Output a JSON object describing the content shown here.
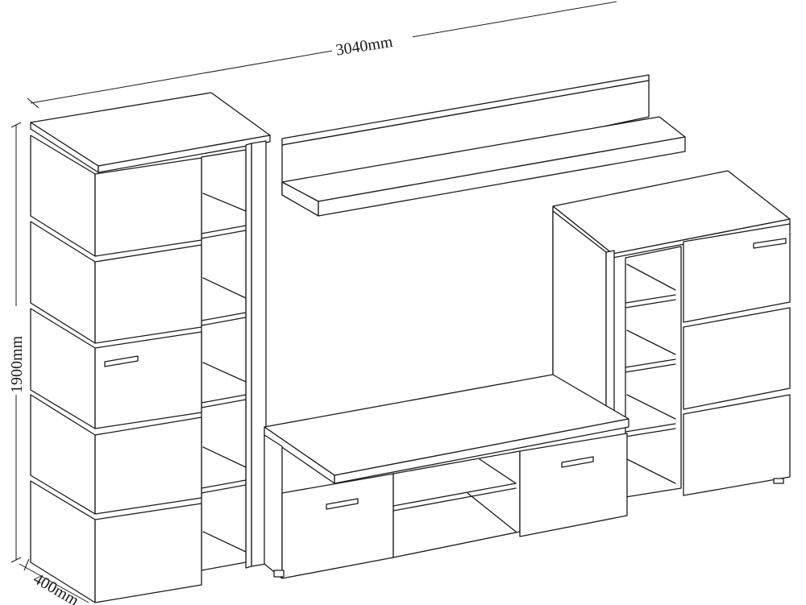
{
  "dimensions": {
    "width_label": "3040mm",
    "height_label": "1900mm",
    "depth_label": "400mm"
  },
  "colors": {
    "line": "#1a1a1a",
    "background": "#ffffff"
  }
}
